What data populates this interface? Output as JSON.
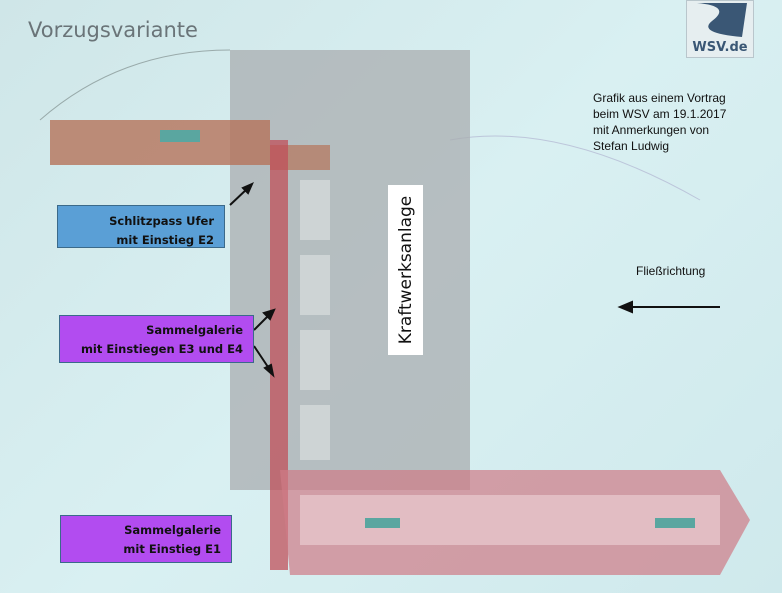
{
  "title": "Vorzugsvariante",
  "logo": {
    "text": "WSV.de"
  },
  "note": {
    "lines": [
      "Grafik aus einem Vortrag",
      "beim WSV am 19.1.2017",
      "mit Anmerkungen von",
      "Stefan Ludwig"
    ]
  },
  "labels": {
    "schlitzpass": [
      "Schlitzpass Ufer",
      "mit Einstieg E2"
    ],
    "sammel_e3e4": [
      "Sammelgalerie",
      "mit Einstiegen E3 und E4"
    ],
    "sammel_e1": [
      "Sammelgalerie",
      "mit Einstieg E1"
    ]
  },
  "kraftwerk": "Kraftwerksanlage",
  "flow": "Fließrichtung",
  "colors": {
    "blue_box": "#5a9fd6",
    "purple_box": "#b24cf0",
    "channel": "#c0505a",
    "building": "#a9aeb0"
  }
}
